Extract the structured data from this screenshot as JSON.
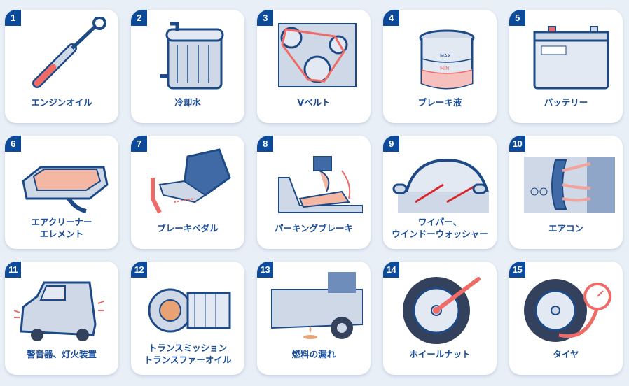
{
  "colors": {
    "badge": "#0d4a9a",
    "text": "#1b4f9b",
    "accent": "#ee6b68",
    "outline": "#1d4a86",
    "fill": "#cfd8e6"
  },
  "items": [
    {
      "num": "1",
      "label": "エンジンオイル",
      "icon": "dipstick-icon"
    },
    {
      "num": "2",
      "label": "冷却水",
      "icon": "radiator-icon"
    },
    {
      "num": "3",
      "label": "Vベルト",
      "icon": "v-belt-icon"
    },
    {
      "num": "4",
      "label": "ブレーキ液",
      "icon": "brake-fluid-reservoir-icon"
    },
    {
      "num": "5",
      "label": "バッテリー",
      "icon": "battery-icon"
    },
    {
      "num": "6",
      "label": "エアクリーナー",
      "label2": "エレメント",
      "icon": "air-filter-icon"
    },
    {
      "num": "7",
      "label": "ブレーキペダル",
      "icon": "brake-pedal-icon"
    },
    {
      "num": "8",
      "label": "パーキングブレーキ",
      "icon": "parking-brake-icon"
    },
    {
      "num": "9",
      "label": "ワイパー、",
      "label2": "ウインドーウォッシャー",
      "icon": "wiper-icon"
    },
    {
      "num": "10",
      "label": "エアコン",
      "icon": "air-conditioner-icon"
    },
    {
      "num": "11",
      "label": "警音器、灯火装置",
      "icon": "car-lights-icon"
    },
    {
      "num": "12",
      "label": "トランスミッション",
      "label2": "トランスファーオイル",
      "icon": "transmission-icon"
    },
    {
      "num": "13",
      "label": "燃料の漏れ",
      "icon": "fuel-leak-icon"
    },
    {
      "num": "14",
      "label": "ホイールナット",
      "icon": "wheel-nut-icon"
    },
    {
      "num": "15",
      "label": "タイヤ",
      "icon": "tire-gauge-icon"
    }
  ]
}
